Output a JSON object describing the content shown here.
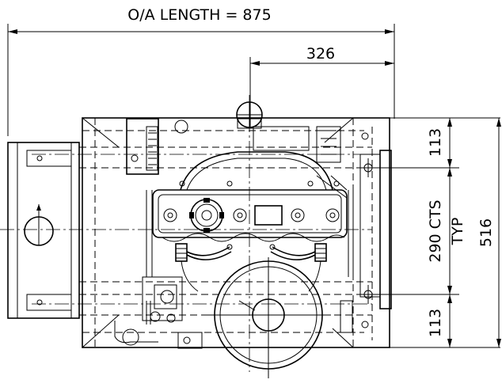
{
  "dimensions": {
    "overall_length_label": "O/A LENGTH = 875",
    "offset_label": "326",
    "top_gap_label": "113",
    "centers_label": "290 CTS",
    "centers_note": "TYP",
    "overall_height_label": "516",
    "bottom_gap_label": "113"
  },
  "colors": {
    "line": "#000000",
    "background": "#ffffff"
  }
}
